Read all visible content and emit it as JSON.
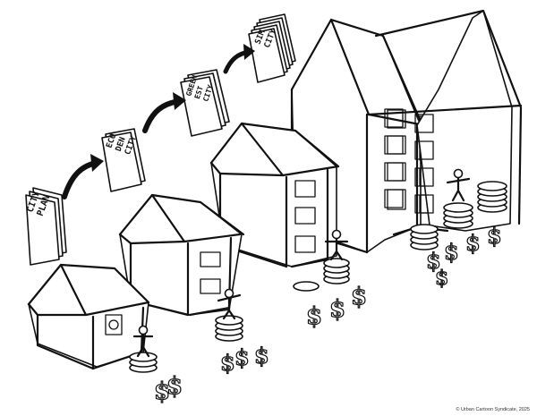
{
  "documents": [
    {
      "line1": "CITY",
      "line2": "PLAN",
      "line3": ""
    },
    {
      "line1": "ECO",
      "line2": "DEN",
      "line3": "CITY"
    },
    {
      "line1": "GREEN",
      "line2": "EST",
      "line3": "CITY"
    },
    {
      "line1": "SIM",
      "line2": "CITY",
      "line3": ""
    }
  ],
  "colors": {
    "ink": "#111111",
    "paper": "#ffffff"
  },
  "icons": [
    "arrow-icon",
    "person-icon",
    "coin-stack-icon",
    "dollar-sign-icon"
  ],
  "copyright": "© Urban Cartoon Syndicate, 2025"
}
